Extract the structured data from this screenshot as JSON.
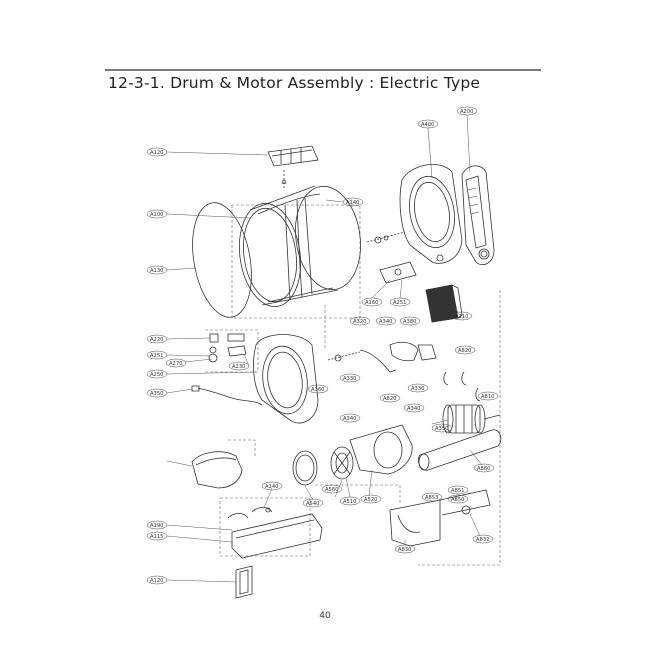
{
  "title": "12-3-1. Drum & Motor Assembly : Electric Type",
  "page_number": "40",
  "callouts": [
    "A120",
    "A100",
    "A130",
    "A140",
    "A400",
    "A200",
    "A160",
    "A251",
    "A310",
    "A220",
    "A251",
    "A270",
    "A230",
    "A250",
    "A350",
    "A320",
    "A340",
    "A380",
    "A330",
    "A820",
    "A810",
    "A340",
    "A330",
    "A820",
    "A340",
    "A350",
    "A860",
    "A360",
    "A510",
    "A520",
    "A540",
    "A560",
    "A830",
    "A851",
    "A853",
    "A850",
    "A832",
    "A140",
    "A190",
    "A115",
    "A120"
  ]
}
